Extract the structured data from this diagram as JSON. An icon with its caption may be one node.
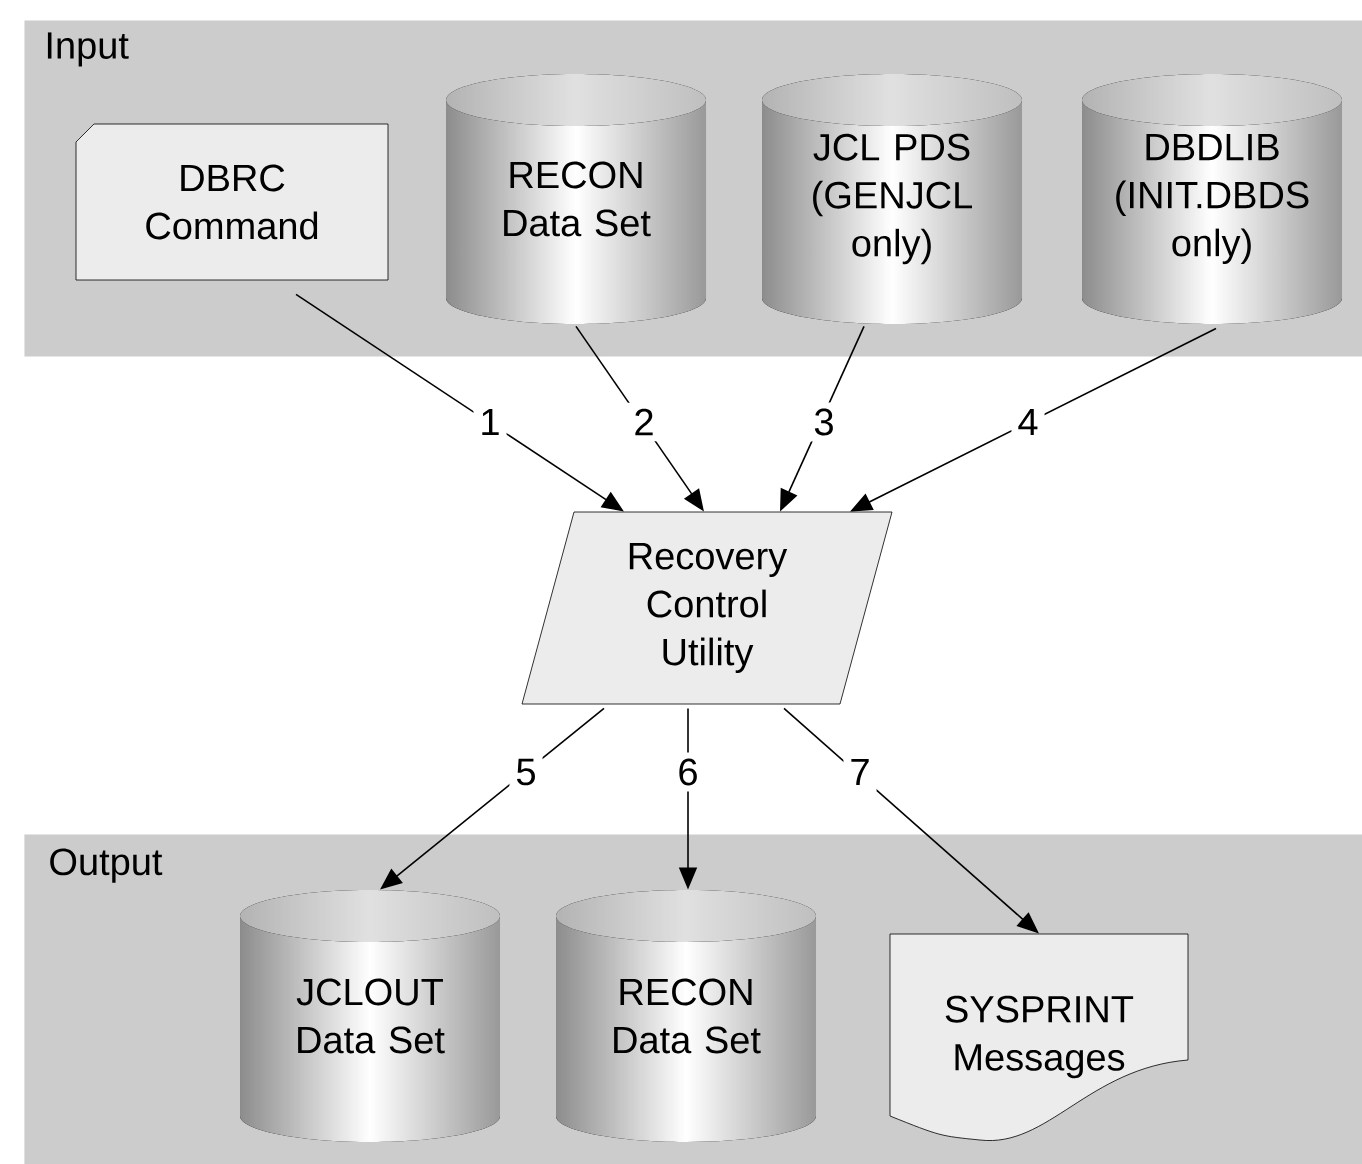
{
  "diagram": {
    "nodes": [
      {
        "text": [
          "Input"
        ]
      },
      {
        "text": [
          "DBRC Command"
        ],
        "in": 0
      },
      {
        "text": [
          "RECON Data Set"
        ],
        "in": 0
      },
      {
        "text": [
          "JCL PDS (GENJCL only)"
        ],
        "in": 0
      },
      {
        "text": [
          "DBDLIB (INIT.DBDS only)"
        ],
        "in": 0
      },
      {
        "text": [
          "Recovery Control Utility"
        ]
      },
      {
        "text": [
          "Output"
        ]
      },
      {
        "text": [
          "JCLOUT Data Set"
        ],
        "in": 6
      },
      {
        "text": [
          "RECON Data Set"
        ],
        "in": 6
      },
      {
        "text": [
          "SYSPRINT Messages"
        ],
        "in": 6
      }
    ],
    "edges": [
      {
        "from": 1,
        "to": 5,
        "arrow": "to",
        "label": "1"
      },
      {
        "from": 2,
        "to": 5,
        "arrow": "to",
        "label": "2"
      },
      {
        "from": 3,
        "to": 5,
        "arrow": "to",
        "label": "3"
      },
      {
        "from": 4,
        "to": 5,
        "arrow": "to",
        "label": "4"
      },
      {
        "from": 5,
        "to": 7,
        "arrow": "to",
        "label": "5"
      },
      {
        "from": 5,
        "to": 8,
        "arrow": "to",
        "label": "6"
      },
      {
        "from": 5,
        "to": 9,
        "arrow": "to",
        "label": "7"
      }
    ]
  }
}
